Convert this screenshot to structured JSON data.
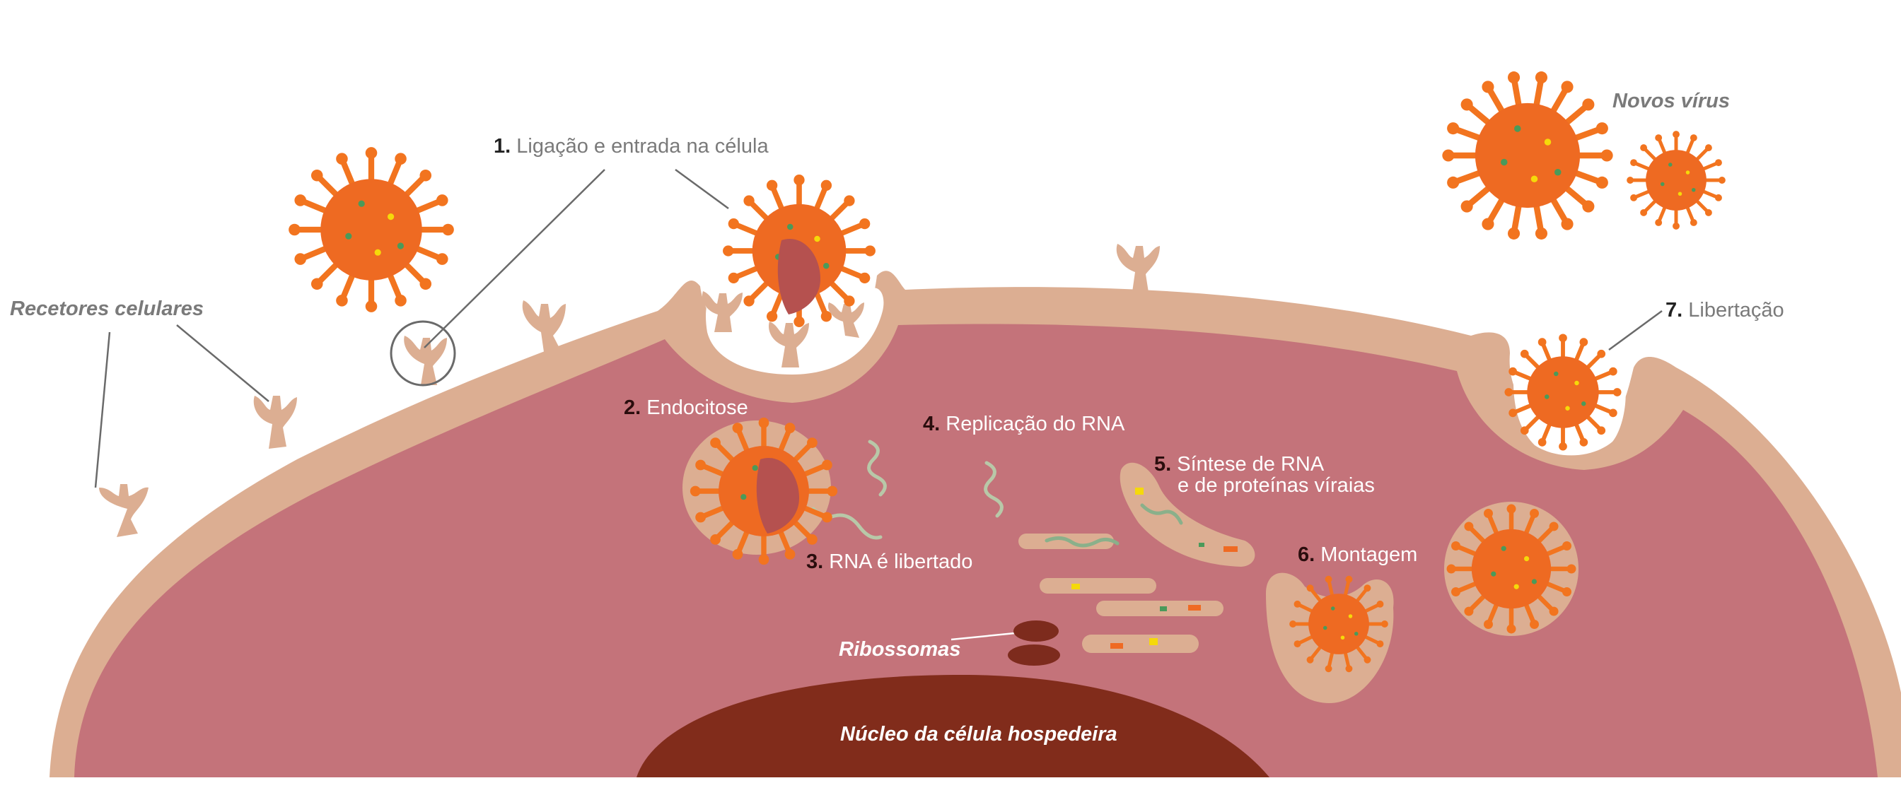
{
  "colors": {
    "membrane": "#dcae92",
    "cytoplasm": "#c4737a",
    "nucleus": "#812c1b",
    "virus_core": "#ee6a22",
    "virus_spike": "#f2741f",
    "ribosome": "#7d2b1d",
    "rna": "#b8c8a8",
    "label_gray": "#7a7a7a",
    "label_white": "#ffffff"
  },
  "labels": {
    "receptors": "Recetores celulares",
    "new_viruses": "Novos vírus",
    "ribosomes": "Ribossomas",
    "nucleus": "Núcleo da célula hospedeira"
  },
  "steps": [
    {
      "num": "1.",
      "text": "Ligação e entrada na célula"
    },
    {
      "num": "2.",
      "text": "Endocitose"
    },
    {
      "num": "3.",
      "text": "RNA é libertado"
    },
    {
      "num": "4.",
      "text": "Replicação do RNA"
    },
    {
      "num": "5.",
      "text": "Síntese de RNA",
      "text2": "e de proteínas víraias"
    },
    {
      "num": "6.",
      "text": "Montagem"
    },
    {
      "num": "7.",
      "text": "Libertação"
    }
  ]
}
